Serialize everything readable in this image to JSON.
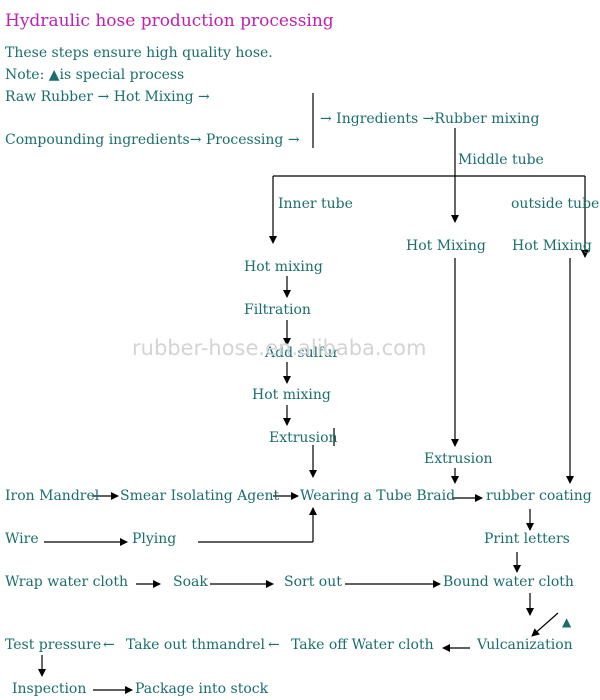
{
  "title": "Hydraulic hose production processing",
  "intro": "These steps ensure high quality hose.",
  "note": "Note: ▲is special process",
  "row_raw": "Raw Rubber → Hot Mixing →",
  "row_compound": "Compounding ingredients→ Processing →",
  "ingredients": "→ Ingredients →Rubber mixing",
  "middle_tube": "Middle tube",
  "inner_tube": "Inner tube",
  "outside_tube": "outside tube",
  "hot_mixing_mid": "Hot Mixing",
  "hot_mixing_out": "Hot Mixing",
  "hot_mixing_1": "Hot mixing",
  "filtration": "Filtration",
  "add_sulfur": "Add sulfur",
  "hot_mixing_2": "Hot mixing",
  "extrusion_inner": "Extrusion",
  "extrusion_mid": "Extrusion",
  "iron_mandrel": "Iron Mandrel",
  "smear": "Smear Isolating Agent",
  "wearing": "Wearing a Tube Braid",
  "rubber_coating": "rubber coating",
  "wire": "Wire",
  "plying": "Plying",
  "print_letters": "Print letters",
  "wrap": "Wrap water cloth",
  "soak": "Soak",
  "sort_out": "Sort out",
  "bound": "Bound water cloth",
  "vulcanization": "Vulcanization",
  "special_mark": "▲",
  "test_pressure": "Test pressure",
  "take_out": "Take out thmandrel",
  "take_off": "Take off Water cloth",
  "arrow_left": "←",
  "inspection": "Inspection",
  "package": "Package into stock",
  "watermark": "rubber-hose.en.alibaba.com"
}
